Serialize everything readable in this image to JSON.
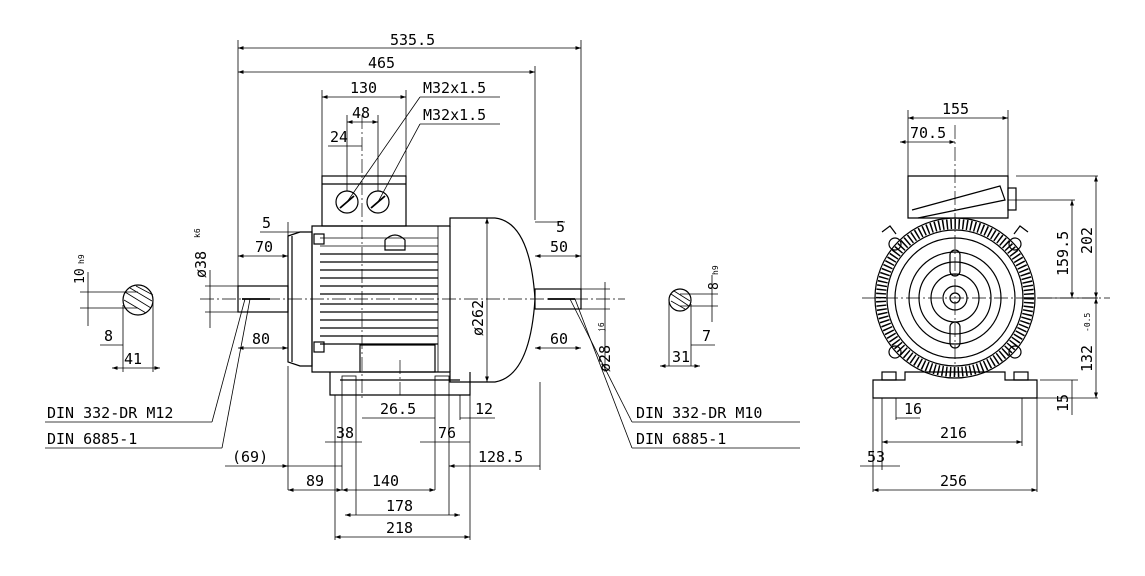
{
  "drawing": {
    "side_view": {
      "overall_length": "535.5",
      "length_no_shaft": "465",
      "terminal_box_width": "130",
      "gland_spacing": "48",
      "gland_offset": "24",
      "gland_thread_1": "M32x1.5",
      "gland_thread_2": "M32x1.5",
      "front_shaft_step": "5",
      "front_shaft_length": "70",
      "front_shaft_extension": "80",
      "front_shaft_diameter": "ø38",
      "front_shaft_tolerance": "k6",
      "rear_shaft_step": "5",
      "rear_shaft_length": "50",
      "rear_shaft_extension": "60",
      "rear_shaft_diameter": "ø28",
      "rear_shaft_tolerance": "j6",
      "body_diameter": "ø262",
      "foot_offset_26_5": "26.5",
      "foot_12": "12",
      "foot_38": "38",
      "foot_76": "76",
      "flange_69": "(69)",
      "foot_to_flange": "89",
      "foot_hole_spacing": "140",
      "foot_length_178": "178",
      "foot_length_218": "218",
      "rear_to_foot": "128.5",
      "front_centre_hole": "DIN 332-DR M12",
      "front_key": "DIN 6885-1",
      "rear_centre_hole": "DIN 332-DR M10",
      "rear_key": "DIN 6885-1"
    },
    "front_key_section": {
      "key_width": "10",
      "key_width_tolerance": "h9",
      "key_height": "8",
      "shaft_height": "41"
    },
    "rear_key_section": {
      "key_width": "8",
      "key_width_tolerance": "h9",
      "key_height": "7",
      "shaft_height": "31"
    },
    "end_view": {
      "box_width": "155",
      "box_offset": "70.5",
      "box_height": "202",
      "box_height_from_axis": "159.5",
      "shaft_height": "132",
      "shaft_height_tolerance": "-0.5",
      "foot_thickness": "15",
      "foot_hole": "16",
      "foot_hole_spacing": "216",
      "foot_edge": "53",
      "foot_width": "256"
    }
  }
}
